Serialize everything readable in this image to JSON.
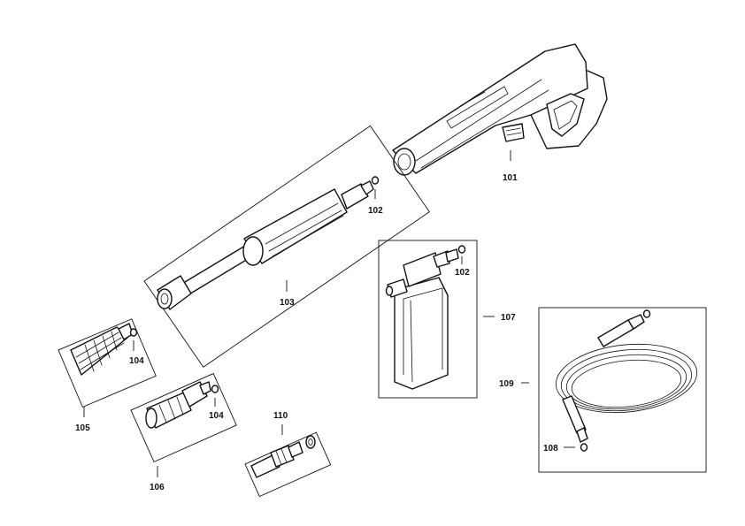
{
  "parts": [
    {
      "id": "p101",
      "label": "101"
    },
    {
      "id": "p102a",
      "label": "102"
    },
    {
      "id": "p102b",
      "label": "102"
    },
    {
      "id": "p103",
      "label": "103"
    },
    {
      "id": "p104a",
      "label": "104"
    },
    {
      "id": "p104b",
      "label": "104"
    },
    {
      "id": "p105",
      "label": "105"
    },
    {
      "id": "p106",
      "label": "106"
    },
    {
      "id": "p107",
      "label": "107"
    },
    {
      "id": "p108",
      "label": "108"
    },
    {
      "id": "p109",
      "label": "109"
    },
    {
      "id": "p110",
      "label": "110"
    }
  ]
}
